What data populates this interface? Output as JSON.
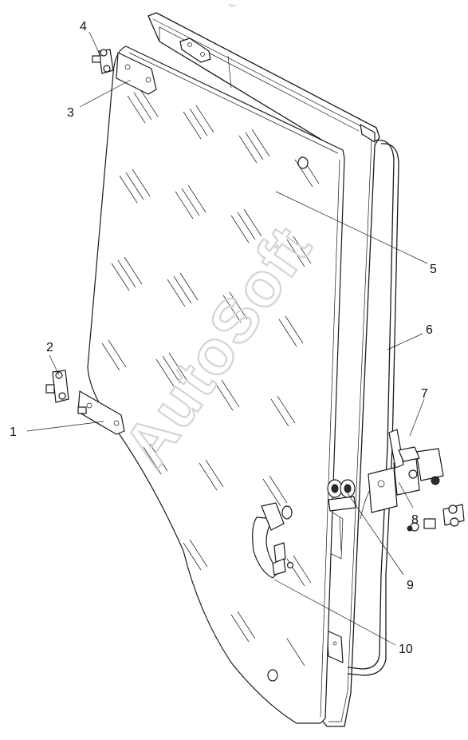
{
  "watermark": "AutoSoft",
  "header_mark": "ᵇₘₘ",
  "callouts": [
    {
      "id": "1",
      "label": "1"
    },
    {
      "id": "2",
      "label": "2"
    },
    {
      "id": "3",
      "label": "3"
    },
    {
      "id": "4",
      "label": "4"
    },
    {
      "id": "5",
      "label": "5"
    },
    {
      "id": "6",
      "label": "6"
    },
    {
      "id": "7",
      "label": "7"
    },
    {
      "id": "8",
      "label": "8"
    },
    {
      "id": "9",
      "label": "9"
    },
    {
      "id": "10",
      "label": "10"
    }
  ]
}
